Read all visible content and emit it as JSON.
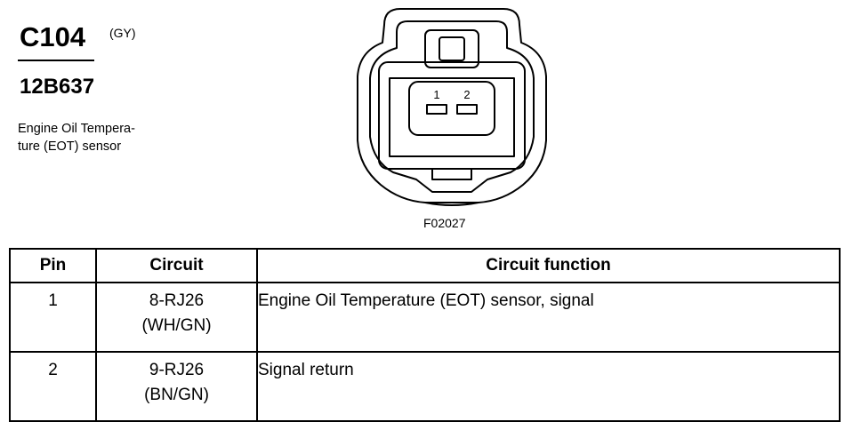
{
  "header": {
    "connector": "C104",
    "color_code": "(GY)",
    "part_number": "12B637",
    "description_lines": [
      "Engine Oil Tempera-",
      "ture (EOT) sensor"
    ]
  },
  "diagram": {
    "pin_labels": [
      "1",
      "2"
    ],
    "figure_id": "F02027"
  },
  "table": {
    "headers": [
      "Pin",
      "Circuit",
      "Circuit function"
    ],
    "rows": [
      {
        "pin": "1",
        "circuit": [
          "8-RJ26",
          "(WH/GN)"
        ],
        "function": "Engine Oil Temperature (EOT) sensor, signal"
      },
      {
        "pin": "2",
        "circuit": [
          "9-RJ26",
          "(BN/GN)"
        ],
        "function": "Signal return"
      }
    ]
  }
}
